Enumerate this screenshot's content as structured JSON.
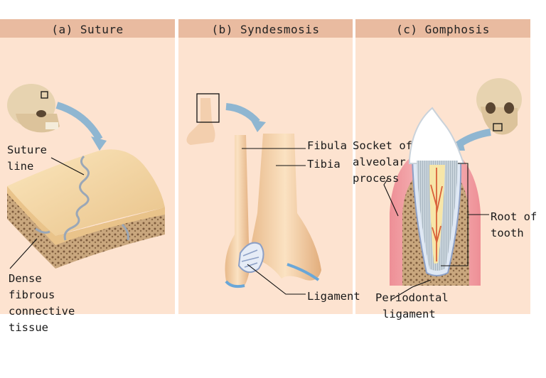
{
  "panels": {
    "suture": {
      "title": "(a)  Suture"
    },
    "syndesmosis": {
      "title": "(b)  Syndesmosis"
    },
    "gomphosis": {
      "title": "(c)  Gomphosis"
    }
  },
  "labels": {
    "suture_line": [
      "Suture",
      "line"
    ],
    "dense_fibrous": [
      "Dense",
      "fibrous",
      "connective",
      "tissue"
    ],
    "fibula": "Fibula",
    "tibia": "Tibia",
    "ligament": "Ligament",
    "socket": [
      "Socket of",
      "alveolar",
      "process"
    ],
    "root": [
      "Root of",
      "tooth"
    ],
    "periodontal": [
      "Periodontal",
      "ligament"
    ]
  },
  "colors": {
    "panel_bg": "#fde3d0",
    "header_bg": "#e9bba0",
    "bone": "#f1c98e",
    "arrow": "#8fb6d1"
  }
}
